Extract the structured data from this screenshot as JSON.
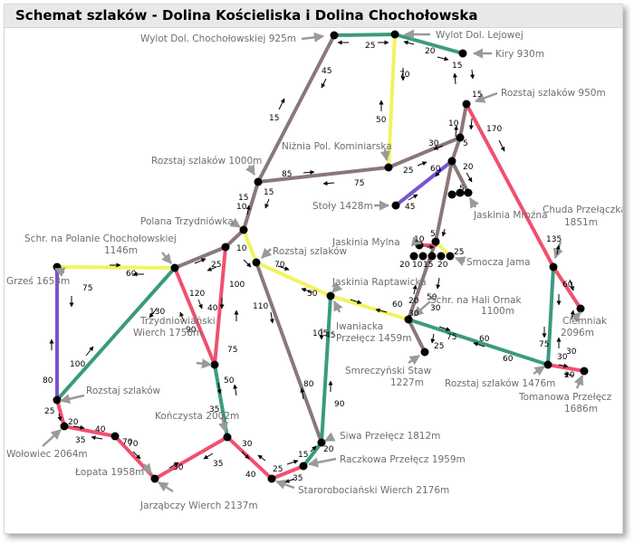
{
  "title": "Schemat szlaków - Dolina Kościeliska i Dolina Chochołowska",
  "colors": {
    "red": "#f0506e",
    "green": "#3a9a80",
    "yellow": "#f3f360",
    "blue": "#7755d2",
    "brown": "#8a7878",
    "label": "#6e6e6e",
    "pointer": "#9a9a9a"
  },
  "labels": [
    {
      "id": "wylot-chocholowskiej",
      "text": "Wylot Dol. Chochołowskiej 925m"
    },
    {
      "id": "wylot-lejowej",
      "text": "Wylot Dol. Lejowej"
    },
    {
      "id": "kiry",
      "text": "Kiry 930m"
    },
    {
      "id": "rozstaj-950",
      "text": "Rozstaj szlaków 950m"
    },
    {
      "id": "nizna-pol",
      "text": "Niżnia Pol. Kominiarska"
    },
    {
      "id": "rozstaj-1000",
      "text": "Rozstaj szlaków 1000m"
    },
    {
      "id": "stoly",
      "text": "Stoły 1428m"
    },
    {
      "id": "jaskinia-mrozna",
      "text": "Jaskinia Mroźna"
    },
    {
      "id": "chuda-przelaczka-1",
      "text": "Chuda Przełączka"
    },
    {
      "id": "chuda-przelaczka-2",
      "text": "1851m"
    },
    {
      "id": "polana-trzydniowka",
      "text": "Polana Trzydniówka"
    },
    {
      "id": "schr-chocholowskiej-1",
      "text": "Schr. na Polanie Chochołowskiej"
    },
    {
      "id": "schr-chocholowskiej-2",
      "text": "1146m"
    },
    {
      "id": "rozstaj-szlakow-mid",
      "text": "Rozstaj szlaków"
    },
    {
      "id": "jaskinia-mylna",
      "text": "Jaskinia Mylna"
    },
    {
      "id": "smocza-jama",
      "text": "Smocza Jama"
    },
    {
      "id": "grzes",
      "text": "Grześ 1653m"
    },
    {
      "id": "jaskinia-raptawicka",
      "text": "Jaskinia Raptawicka"
    },
    {
      "id": "schr-hali-ornak-1",
      "text": "Schr. na Hali Ornak"
    },
    {
      "id": "schr-hali-ornak-2",
      "text": "1100m"
    },
    {
      "id": "ciemniak-1",
      "text": "Ciemniak"
    },
    {
      "id": "ciemniak-2",
      "text": "2096m"
    },
    {
      "id": "trzydniowianski-1",
      "text": "Trzydniowiański"
    },
    {
      "id": "trzydniowianski-2",
      "text": "Wierch 1758m"
    },
    {
      "id": "iwaniacka-1",
      "text": "Iwaniacka"
    },
    {
      "id": "iwaniacka-2",
      "text": "Przełęcz 1459m"
    },
    {
      "id": "smreczynski-1",
      "text": "Smreczyński Staw"
    },
    {
      "id": "smreczynski-2",
      "text": "1227m"
    },
    {
      "id": "rozstaj-1476",
      "text": "Rozstaj szlaków 1476m"
    },
    {
      "id": "rozstaj-szlakow-left",
      "text": "Rozstaj szlaków"
    },
    {
      "id": "tomanowa-1",
      "text": "Tomanowa Przełęcz"
    },
    {
      "id": "tomanowa-2",
      "text": "1686m"
    },
    {
      "id": "konczysta",
      "text": "Kończysta 2002m"
    },
    {
      "id": "wolowiec",
      "text": "Wołowiec 2064m"
    },
    {
      "id": "siwa-przelecz",
      "text": "Siwa Przełęcz 1812m"
    },
    {
      "id": "lopata",
      "text": "Łopata 1958m"
    },
    {
      "id": "raczkowa",
      "text": "Raczkowa Przełęcz 1959m"
    },
    {
      "id": "starorobocianski",
      "text": "Starorobociański Wierch 2176m"
    },
    {
      "id": "jarzabczy",
      "text": "Jarząbczy Wierch 2137m"
    }
  ],
  "times": [
    "25",
    "20",
    "15",
    "15",
    "45",
    "70",
    "50",
    "10",
    "5",
    "170",
    "30",
    "25",
    "60",
    "85",
    "75",
    "15",
    "15",
    "20",
    "5",
    "135",
    "45",
    "10",
    "10",
    "15",
    "10",
    "5",
    "10",
    "15",
    "20",
    "25",
    "30",
    "70",
    "50",
    "60",
    "20",
    "50",
    "75",
    "25",
    "120",
    "90",
    "100",
    "110",
    "105",
    "75",
    "30",
    "40",
    "60",
    "130",
    "100",
    "80",
    "75",
    "60",
    "70",
    "35",
    "50",
    "45",
    "25",
    "80",
    "90",
    "75",
    "30",
    "20",
    "40",
    "35",
    "25",
    "70",
    "35",
    "40",
    "30",
    "20",
    "60",
    "30",
    "25",
    "15",
    "20",
    "35",
    "30",
    "20",
    "60"
  ]
}
